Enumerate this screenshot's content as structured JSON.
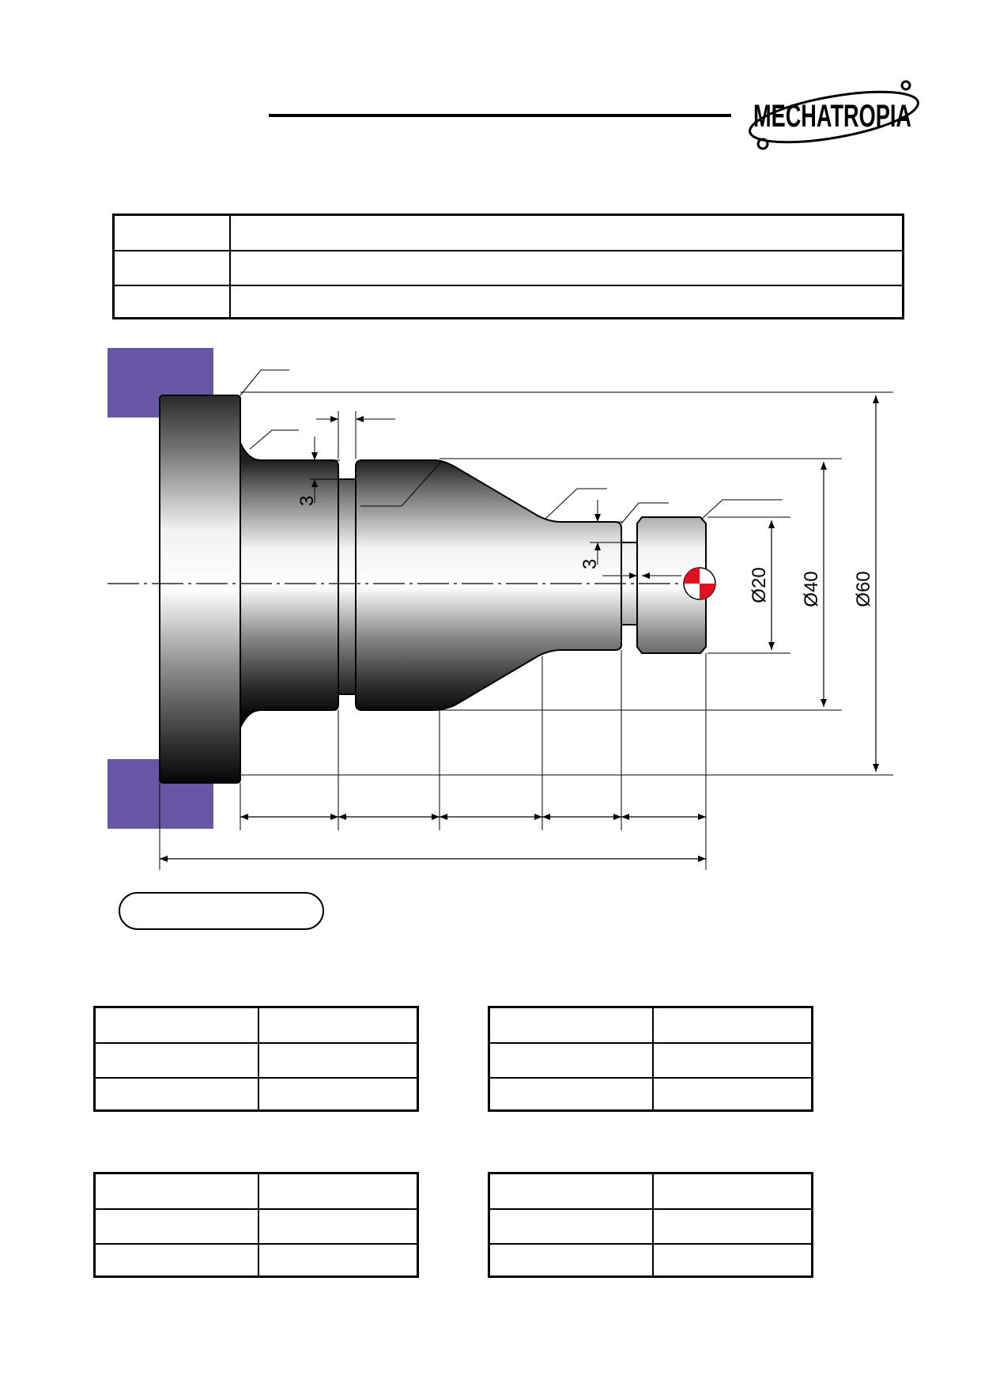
{
  "logo": {
    "text": "MECHATROPIA",
    "icon": "orbit-swoosh-logo"
  },
  "drawing": {
    "dimensions": {
      "d60": "Ø60",
      "d40": "Ø40",
      "d20": "Ø20",
      "groove1_depth": "3",
      "groove2_depth": "3"
    },
    "colors": {
      "chuck": "#6656a3",
      "origin_red": "#e3101f",
      "line": "#000000"
    },
    "origin_symbol": "origin-marker-icon"
  },
  "tables": {
    "top": {
      "rows": 3,
      "cols": 2
    },
    "grid": {
      "count": 4,
      "rows": 3,
      "cols": 2
    }
  }
}
